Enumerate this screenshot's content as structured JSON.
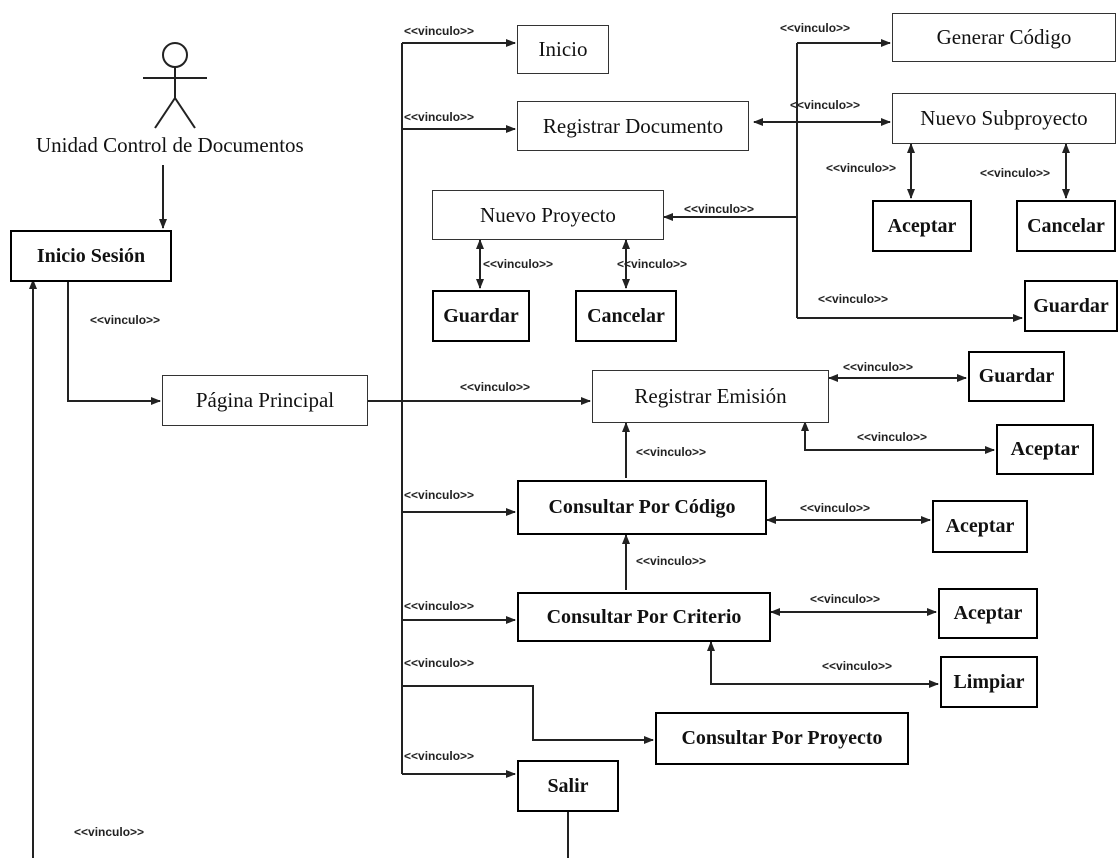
{
  "actor": {
    "name": "Unidad Control de Documentos",
    "icon": "stick-figure-icon"
  },
  "stereotype": "<<vinculo>>",
  "boxes": {
    "inicio_sesion": "Inicio Sesión",
    "pagina_principal": "Página Principal",
    "inicio": "Inicio",
    "registrar_documento": "Registrar Documento",
    "nuevo_proyecto": "Nuevo Proyecto",
    "np_guardar": "Guardar",
    "np_cancelar": "Cancelar",
    "generar_codigo": "Generar Código",
    "nuevo_subproyecto": "Nuevo Subproyecto",
    "ns_aceptar": "Aceptar",
    "ns_cancelar": "Cancelar",
    "rd_guardar": "Guardar",
    "registrar_emision": "Registrar Emisión",
    "re_guardar": "Guardar",
    "re_aceptar": "Aceptar",
    "consultar_codigo": "Consultar Por Código",
    "cc_aceptar": "Aceptar",
    "consultar_criterio": "Consultar Por Criterio",
    "ccr_aceptar": "Aceptar",
    "ccr_limpiar": "Limpiar",
    "consultar_proyecto": "Consultar Por Proyecto",
    "salir": "Salir"
  }
}
